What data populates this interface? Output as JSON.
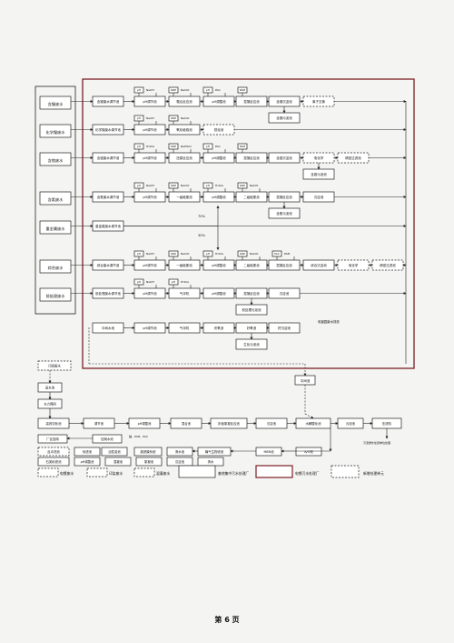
{
  "inputs": [
    "含镍废水",
    "化学镍废水",
    "含铬废水",
    "含氰废水",
    "重金属废水",
    "综合废水",
    "前处理废水"
  ],
  "rows": [
    {
      "nodes": [
        "含镍废水调节池",
        "pH调节池",
        "螯合反应池",
        "pH调整池",
        "混凝反应池",
        "含镍沉淀池",
        "离子交换"
      ],
      "extra": [
        "含镍污泥池"
      ],
      "tags": [
        "pH",
        "NaOH",
        "ORP",
        "NaClO",
        "pH",
        "PAC",
        "PAM"
      ]
    },
    {
      "nodes": [
        "化学镍废水调节池",
        "pH调节池",
        "氧化破络池",
        "铁泥池"
      ],
      "tags": [
        "pH",
        "NaOH",
        "ORP",
        "NaClO"
      ]
    },
    {
      "nodes": [
        "含铬废水调节池",
        "pH调节池",
        "还原反应池",
        "pH调整池",
        "混凝反应池",
        "含铬沉淀池",
        "电化学",
        "精密过滤池"
      ],
      "extra": [
        "含铬污泥池"
      ],
      "tags": [
        "pH",
        "H₂SO₄",
        "ORP",
        "NaHSO₃",
        "pH",
        "PAC",
        "PAM"
      ]
    },
    {
      "nodes": [
        "含氰废水调节池",
        "pH调节池",
        "一级破氰池",
        "pH调整池",
        "二级破氰池",
        "混凝反应池",
        "沉淀池"
      ],
      "extra": [
        "含氰污泥池"
      ],
      "tags": [
        "pH",
        "NaOH",
        "ORP",
        "NaClO",
        "pH",
        "H₂SO₄",
        "ORP",
        "NaClO"
      ]
    },
    {
      "nodes": [
        "重金属废水调节池"
      ],
      "splits": [
        "70%",
        "30%"
      ]
    },
    {
      "nodes": [
        "综合废水调节池",
        "pH调节池",
        "一级破氰池",
        "pH调整池",
        "二级破氰池",
        "混凝反应池",
        "综合沉淀池",
        "电化学",
        "精密过滤池"
      ],
      "tags": [
        "pH",
        "NaOH",
        "ORP",
        "NaClO",
        "pH",
        "H₂SO₄",
        "ORP",
        "NaClO",
        "PAC",
        "PAM"
      ]
    },
    {
      "nodes": [
        "前处理废水调节池",
        "pH调节池",
        "气浮机",
        "pH调整池",
        "混凝反应池",
        "沉淀池"
      ],
      "extra": [
        "前处理污泥池"
      ],
      "tags": [
        "pH",
        "NaOH",
        "pH",
        "H₂SO₄"
      ]
    },
    {
      "nodes": [
        "中间水池",
        "pH调节池",
        "气浮机",
        "厌氧池",
        "好氧池",
        "终沉淀池"
      ],
      "extra": [
        "生化污泥池"
      ]
    }
  ],
  "side_labels": {
    "pipe": "电镀园废水排放",
    "collect": "中间池"
  },
  "lower": {
    "nodes": [
      "印染废水",
      "高水池",
      "水力筛网",
      "高效沉砂池",
      "调节池",
      "pH调整池",
      "混合池",
      "折板絮凝反应池",
      "沉淀池",
      "水解酸化池",
      "污泥池",
      "压滤机",
      "厂区回用",
      "回用水池",
      "砂滤池",
      "活性炭池",
      "超滤膜系统",
      "清水池",
      "曝气生物滤池",
      "MBR池",
      "A/O池",
      "反冲洗池",
      "石英砂滤池",
      "pH调整池",
      "混凝池",
      "絮凝池",
      "沉淀池",
      "清水"
    ],
    "chemicals": [
      "碱、PAM、PAC"
    ],
    "disposal": "污泥委外处置单位处理"
  },
  "legend": [
    "电镀废水",
    "印染废水",
    "混凝废水",
    "基地集中污水处理厂",
    "电镀污水处理厂",
    "新增处理单元"
  ],
  "page_number": "第 6 页"
}
